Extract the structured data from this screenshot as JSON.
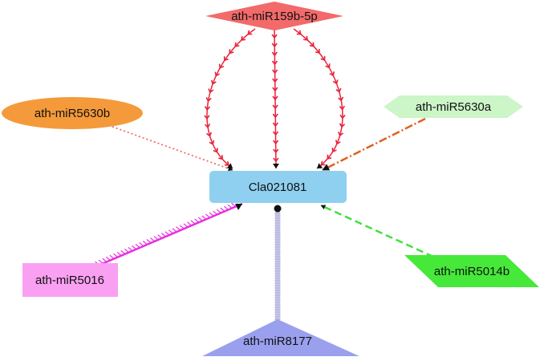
{
  "nodes": {
    "center": {
      "label": "Cla021081",
      "color": "#8fd0f0"
    },
    "mir159b": {
      "label": "ath-miR159b-5p",
      "color": "#f26a6a"
    },
    "mir5630b": {
      "label": "ath-miR5630b",
      "color": "#f59a3a"
    },
    "mir5630a": {
      "label": "ath-miR5630a",
      "color": "#ccf5c8"
    },
    "mir5016": {
      "label": "ath-miR5016",
      "color": "#f9a0f2"
    },
    "mir5014b": {
      "label": "ath-miR5014b",
      "color": "#46e83a"
    },
    "mir8177": {
      "label": "ath-miR8177",
      "color": "#9aa0ee"
    }
  },
  "edges": {
    "mir159b": {
      "color": "#e8233a"
    },
    "mir5630b": {
      "color": "#f07060"
    },
    "mir5630a": {
      "color": "#e06020"
    },
    "mir5016": {
      "color": "#e830e0"
    },
    "mir5014b": {
      "color": "#40e040"
    },
    "mir8177": {
      "color": "#c8c8e8"
    }
  }
}
